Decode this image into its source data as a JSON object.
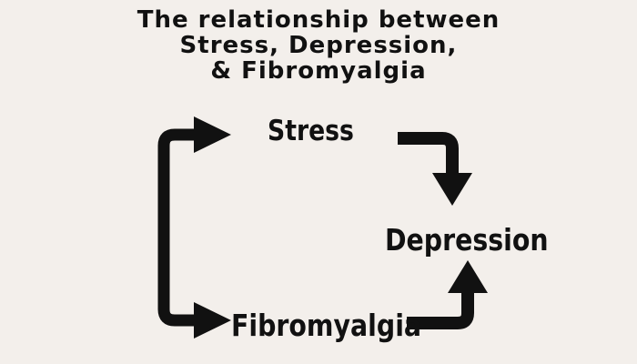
{
  "title": {
    "lines": [
      "The relationship between",
      "Stress, Depression,",
      "& Fibromyalgia"
    ]
  },
  "nodes": {
    "stress": "Stress",
    "depression": "Depression",
    "fibromyalgia": "Fibromyalgia"
  },
  "colors": {
    "background": "#f3efeb",
    "ink": "#111111"
  }
}
